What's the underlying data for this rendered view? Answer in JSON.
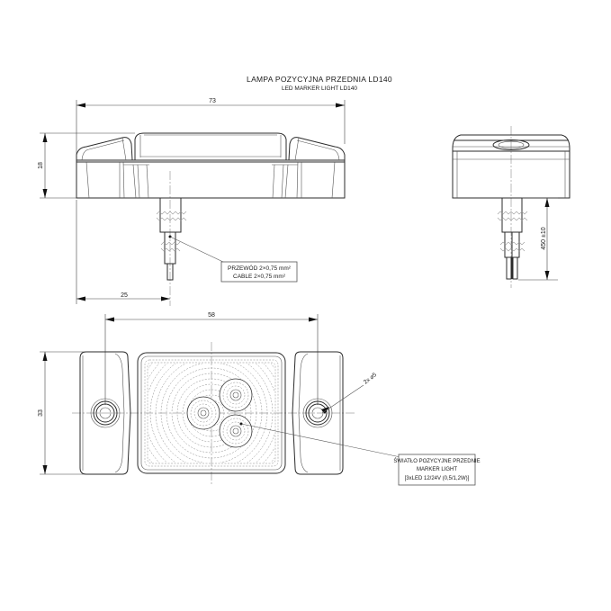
{
  "title": {
    "main": "LAMPA POZYCYJNA PRZEDNIA LD140",
    "sub": "LED MARKER LIGHT LD140"
  },
  "dimensions": {
    "overall_length": "73",
    "height": "18",
    "cable_offset": "25",
    "hole_spacing": "58",
    "width": "33",
    "cable_length": "450 ±10",
    "hole_diameter": "2x ⌀5"
  },
  "labels": {
    "cable": {
      "line1": "PRZEWÓD 2×0,75 mm²",
      "line2": "CABLE 2×0,75 mm²"
    },
    "light": {
      "line1": "ŚWIATŁO POZYCYJNE PRZEDNIE",
      "line2": "MARKER LIGHT",
      "line3": "[3xLED 12/24V (0,5/1,2W)]"
    }
  },
  "views": [
    "side-view",
    "end-view",
    "top-view"
  ],
  "colors": {
    "line": "#2b2b2b",
    "background": "#ffffff"
  }
}
